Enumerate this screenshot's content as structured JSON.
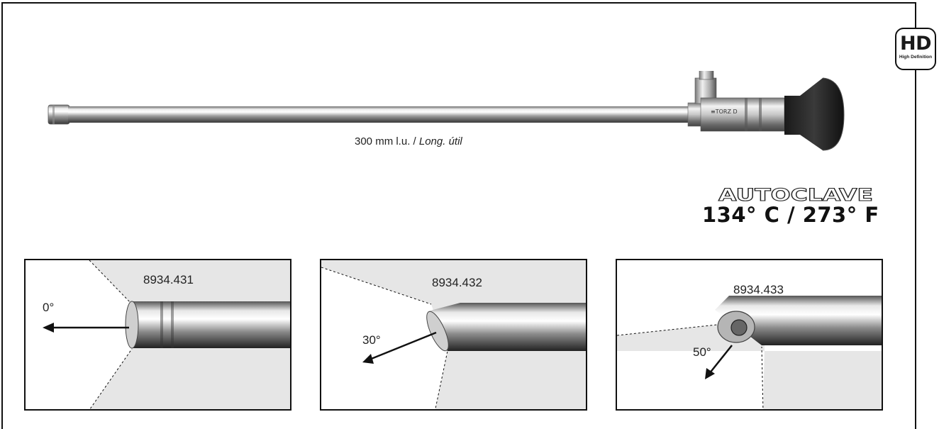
{
  "badge": {
    "main": "HD",
    "sub": "High Definition"
  },
  "scope": {
    "engraving": "≡TORZ D"
  },
  "length_caption": {
    "prefix": "300 mm l.u. / ",
    "italic": "Long. útil"
  },
  "autoclave": {
    "label": "AUTOCLAVE",
    "temperature": "134° C / 273° F"
  },
  "details": [
    {
      "code": "8934.431",
      "angle": "0°"
    },
    {
      "code": "8934.432",
      "angle": "30°"
    },
    {
      "code": "8934.433",
      "angle": "50°"
    }
  ]
}
